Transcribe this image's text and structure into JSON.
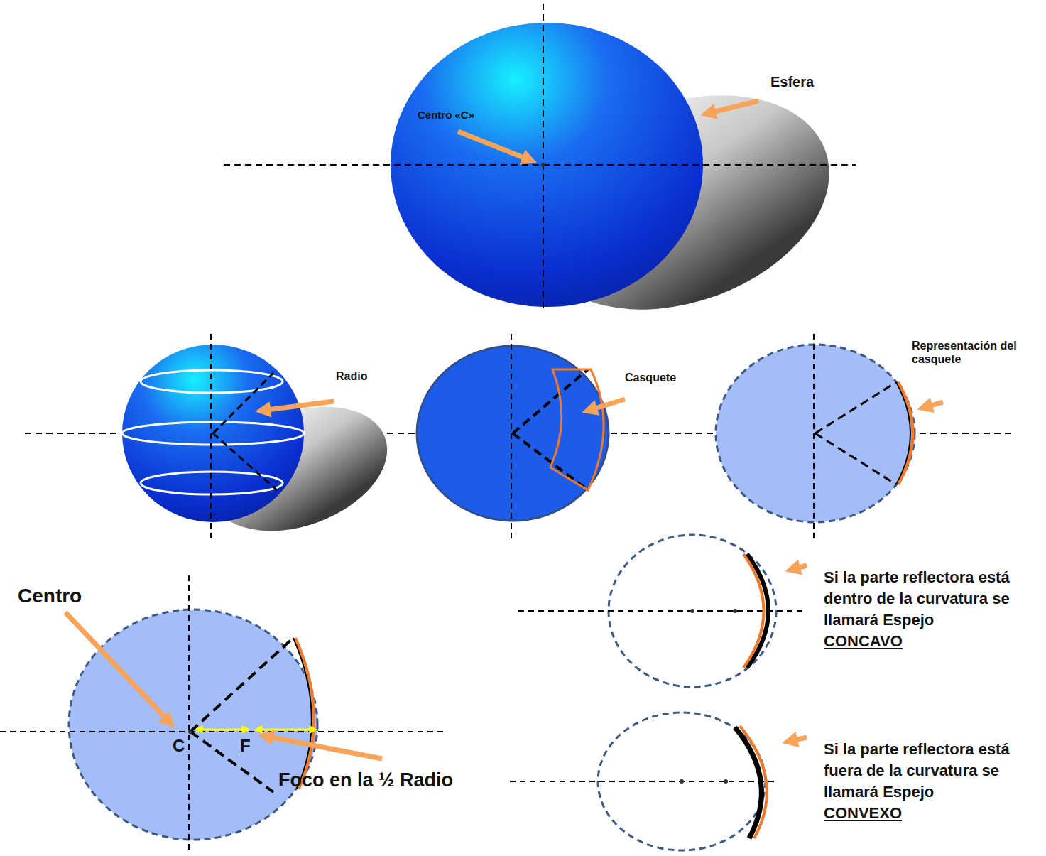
{
  "diagram": {
    "labels": [
      "Esfera",
      "Centro «C»",
      "Radio",
      "Casquete",
      "Representación del casquete",
      "Centro",
      "C",
      "F",
      "Foco en la ½ Radio",
      "Si la parte reflectora está dentro de la curvatura se llamará Espejo",
      "CONCAVO",
      "Si la parte reflectora está fuera de la curvatura se llamará Espejo",
      "CONVEXO"
    ]
  }
}
